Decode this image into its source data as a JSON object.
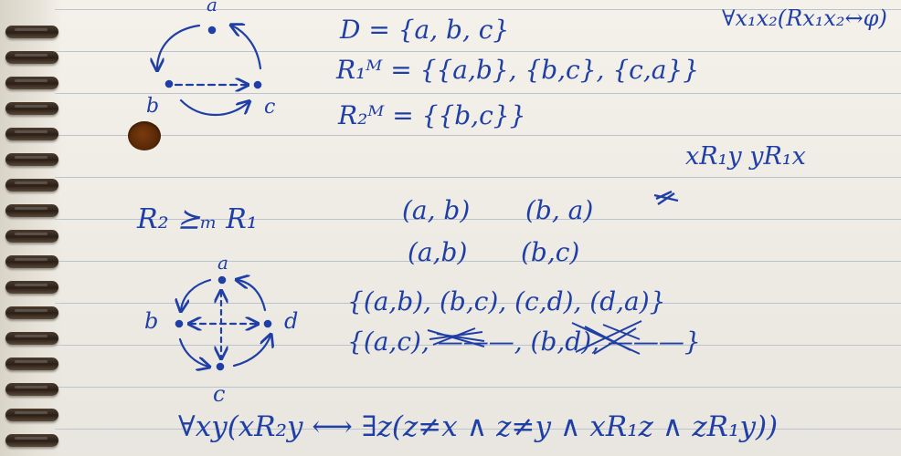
{
  "colors": {
    "ink": "#1f3fa6",
    "paper": "#f1eee7",
    "rule": "#b9c4d0",
    "coil": "#2b2017"
  },
  "note": {
    "top_right_formula": "∀x₁x₂(Rx₁x₂↔φ)",
    "domain_line": "D = {a, b, c}",
    "r1_line": "R₁ᴹ = {{a,b}, {b,c}, {c,a}}",
    "r2_line": "R₂ᴹ = {{b,c}}",
    "xr1y_line": "xR₁y   yR₁x",
    "r2_geq_line": "R₂ ⪰ₘ R₁",
    "pairs_row1_a": "(a, b)",
    "pairs_row1_b": "(b, a)",
    "pairs_row2_a": "(a,b)",
    "pairs_row2_b": "(b,c)",
    "set_line1": "{(a,b), (b,c), (c,d), (d,a)}",
    "set_line2": "{(a,c), ———, (b,d), ———}",
    "bottom_formula": "∀xy(xR₂y ⟷ ∃z(z≠x ∧ z≠y ∧ xR₁z ∧ zR₁y))",
    "top_graph": {
      "label_a": "a",
      "label_b": "b",
      "label_c": "c"
    },
    "bottom_graph": {
      "label_a": "a",
      "label_b": "b",
      "label_c": "c",
      "label_d": "d"
    }
  }
}
